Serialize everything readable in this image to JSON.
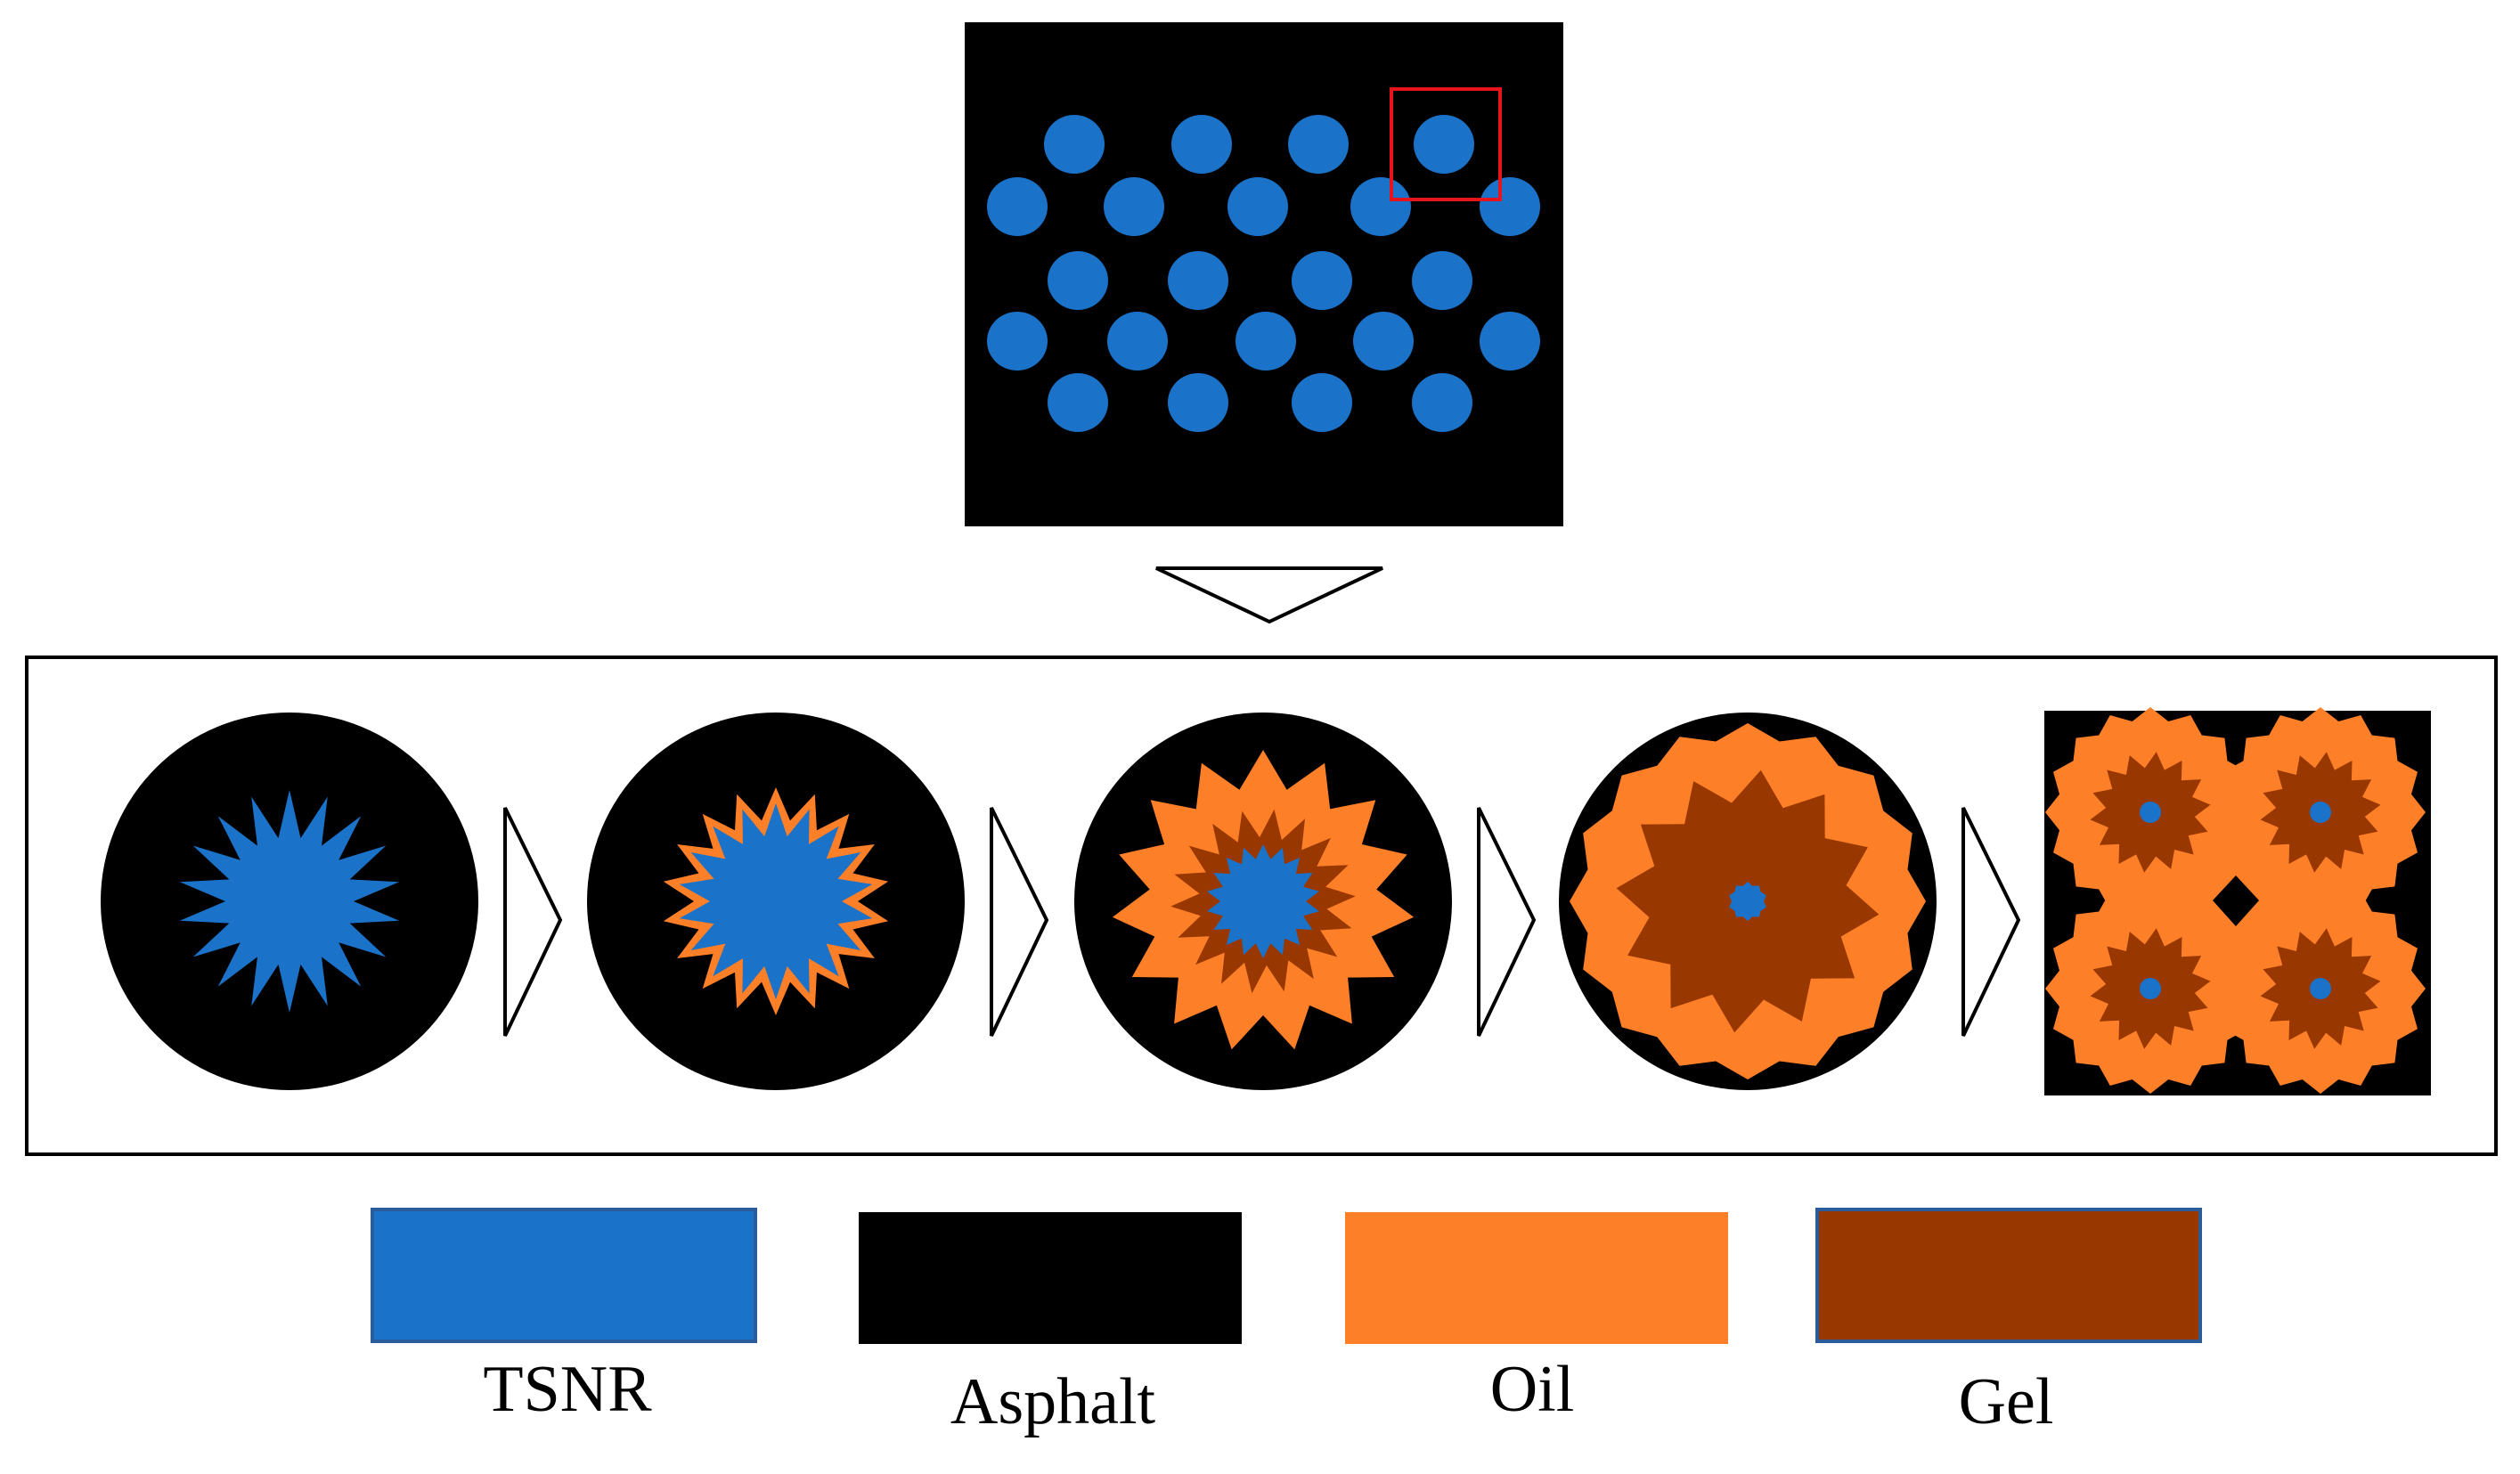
{
  "colors": {
    "tsnr": "#1a72c9",
    "asphalt": "#000000",
    "oil": "#fd7f28",
    "gel": "#983800",
    "highlight": "#e8141b",
    "frame": "#000000",
    "arrow_fill": "#ffffff"
  },
  "top_panel": {
    "particle_shape": "circle",
    "highlight_shape": "square",
    "rows": [
      4,
      5,
      4,
      5,
      4
    ],
    "highlighted": {
      "row": 1,
      "index": 4
    }
  },
  "stages": [
    {
      "step": 1,
      "shape": "circle",
      "background": "asphalt",
      "layers": [
        {
          "material": "tsnr",
          "form": "star",
          "points": 18
        }
      ]
    },
    {
      "step": 2,
      "shape": "circle",
      "background": "asphalt",
      "layers": [
        {
          "material": "oil",
          "form": "star",
          "points": 18
        },
        {
          "material": "tsnr",
          "form": "star",
          "points": 18
        }
      ]
    },
    {
      "step": 3,
      "shape": "circle",
      "background": "asphalt",
      "layers": [
        {
          "material": "oil",
          "form": "star",
          "points": 15
        },
        {
          "material": "gel",
          "form": "star",
          "points": 18
        },
        {
          "material": "tsnr",
          "form": "star",
          "points": 18
        }
      ]
    },
    {
      "step": 4,
      "shape": "circle",
      "background": "asphalt",
      "layers": [
        {
          "material": "oil",
          "form": "polygon",
          "points": 16
        },
        {
          "material": "gel",
          "form": "star",
          "points": 12
        },
        {
          "material": "tsnr",
          "form": "dot"
        }
      ]
    },
    {
      "step": 5,
      "shape": "square",
      "background": "asphalt",
      "layers": [
        {
          "material": "oil",
          "form": "merged-rosettes",
          "count": 4
        },
        {
          "material": "gel",
          "form": "star",
          "points": 14
        },
        {
          "material": "tsnr",
          "form": "dot"
        }
      ]
    }
  ],
  "legend": [
    {
      "key": "tsnr",
      "label": "TSNR"
    },
    {
      "key": "asphalt",
      "label": "Asphalt"
    },
    {
      "key": "oil",
      "label": "Oil"
    },
    {
      "key": "gel",
      "label": "Gel"
    }
  ]
}
